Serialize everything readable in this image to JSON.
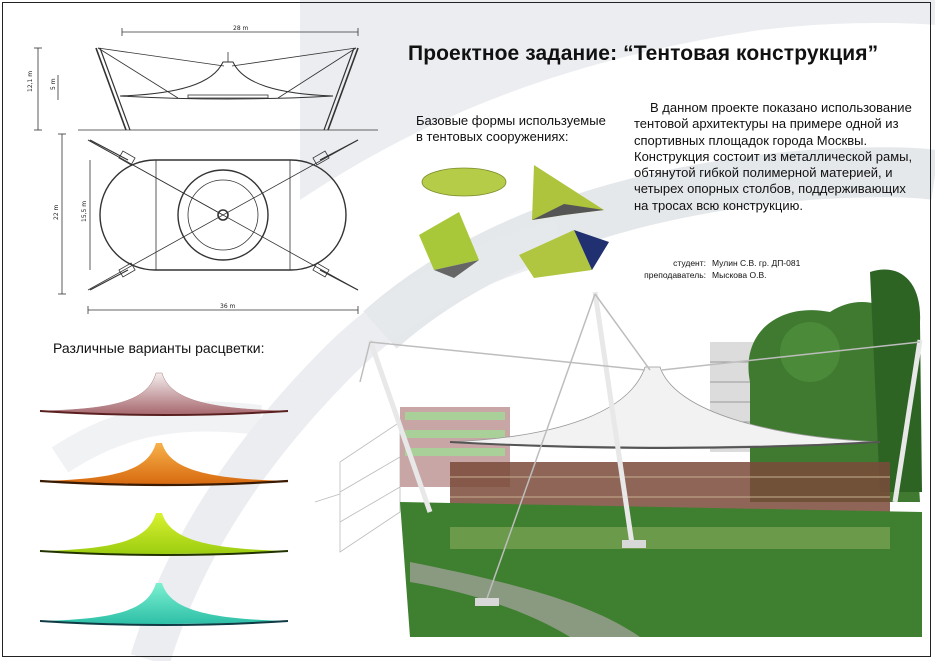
{
  "title": "Проектное задание: “Тентовая конструкция”",
  "forms_caption": "Базовые формы используемые в тентовых сооружениях:",
  "description": "В данном проекте показано использование тентовой архитектуры на примере одной из спортивных площадок города Москвы. Конструкция состоит из металлической рамы, обтянутой гибкой полимерной материей, и четырех опорных столбов, поддерживающих на тросах всю конструкцию.",
  "credits": {
    "student_label": "студент:",
    "student_value": "Мулин С.В. гр. ДП-081",
    "teacher_label": "преподаватель:",
    "teacher_value": "Мыскова О.В."
  },
  "variants_caption": "Различные варианты расцветки:",
  "drawing": {
    "elevation": {
      "width_label": "28 m",
      "height_label": "12,1 m",
      "mid_label": "5 m"
    },
    "plan": {
      "width_label": "36 m",
      "height_label": "22 m",
      "inner_label": "15,5 m"
    }
  },
  "color_variants": [
    {
      "name": "white",
      "top": "#f4eeee",
      "bottom": "#a86a70"
    },
    {
      "name": "orange",
      "top": "#f7b24a",
      "bottom": "#d86a10"
    },
    {
      "name": "lime",
      "top": "#d9f230",
      "bottom": "#9ccd10"
    },
    {
      "name": "aqua",
      "top": "#7df0d0",
      "bottom": "#2dc0a8"
    }
  ],
  "colors": {
    "membrane_forms": "#a8c83a",
    "grass": "#3f7f30",
    "sky_swirl": "#d8dbe0"
  }
}
